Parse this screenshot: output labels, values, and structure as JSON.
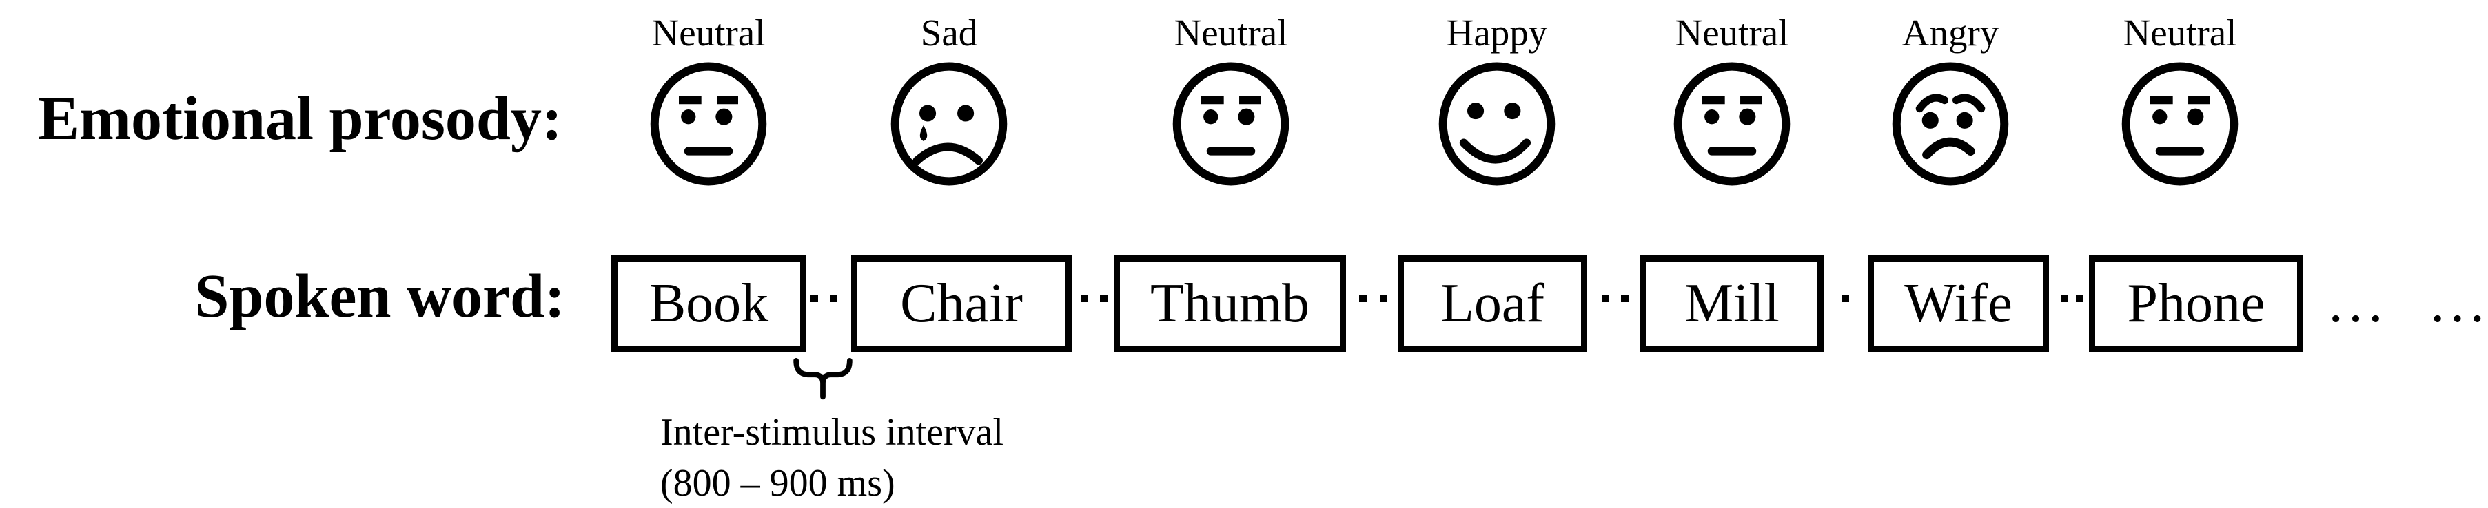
{
  "figure": {
    "rows": {
      "prosody_label": "Emotional prosody:",
      "spoken_label": "Spoken word:"
    },
    "trials": [
      {
        "prosody": "Neutral",
        "word": "Book"
      },
      {
        "prosody": "Sad",
        "word": "Chair"
      },
      {
        "prosody": "Neutral",
        "word": "Thumb"
      },
      {
        "prosody": "Happy",
        "word": "Loaf"
      },
      {
        "prosody": "Neutral",
        "word": "Mill"
      },
      {
        "prosody": "Angry",
        "word": "Wife"
      },
      {
        "prosody": "Neutral",
        "word": "Phone"
      }
    ],
    "isi": {
      "line1": "Inter-stimulus interval",
      "line2": "(800 – 900 ms)",
      "gap_dot_counts": [
        2,
        2,
        2,
        2,
        1,
        2
      ]
    },
    "continuation": "… …",
    "colors": {
      "ink": "#000000",
      "background": "#ffffff"
    }
  }
}
